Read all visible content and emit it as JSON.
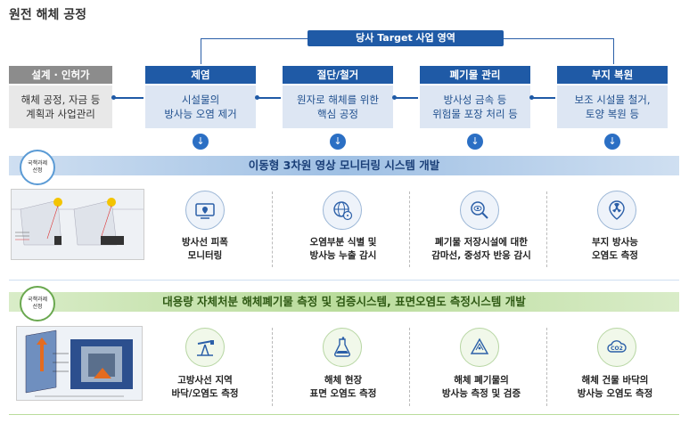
{
  "title": "원전 해체 공정",
  "target_label": "당사 Target 사업 영역",
  "steps": [
    {
      "head": "설계 · 인허가",
      "body1": "해체 공정, 자금 등",
      "body2": "계획과 사업관리"
    },
    {
      "head": "제염",
      "body1": "시설물의",
      "body2": "방사능 오염 제거"
    },
    {
      "head": "절단/철거",
      "body1": "원자로 해체를 위한",
      "body2": "핵심 공정"
    },
    {
      "head": "폐기물 관리",
      "body1": "방사성 금속 등",
      "body2": "위험물 포장 처리 등"
    },
    {
      "head": "부지 복원",
      "body1": "보조 시설물 철거,",
      "body2": "토양 복원 등"
    }
  ],
  "colors": {
    "head_gray": "#8c8c8c",
    "head_blue": "#1f5aa6"
  },
  "badge_text1": "국책과제",
  "badge_text2": "선정",
  "banner1": "이동형 3차원 영상 모니터링 시스템 개발",
  "banner2": "대용량 자체처분 해체폐기물 측정 및 검증시스템, 표면오염도 측정시스템 개발",
  "row1": [
    {
      "l1": "방사선 피폭",
      "l2": "모니터링"
    },
    {
      "l1": "오염부분 식별 및",
      "l2": "방사능 누출 감시"
    },
    {
      "l1": "폐기물 저장시설에 대한",
      "l2": "감마선, 중성자 반응 감시"
    },
    {
      "l1": "부지 방사능",
      "l2": "오염도 측정"
    }
  ],
  "row2": [
    {
      "l1": "고방사선 지역",
      "l2": "바닥/오염도 측정"
    },
    {
      "l1": "해체 현장",
      "l2": "표면 오염도 측정"
    },
    {
      "l1": "해체 폐기물의",
      "l2": "방사능 측정 및 검증"
    },
    {
      "l1": "해체 건물 바닥의",
      "l2": "방사능 오염도 측정"
    }
  ],
  "icon_co2": "CO2"
}
